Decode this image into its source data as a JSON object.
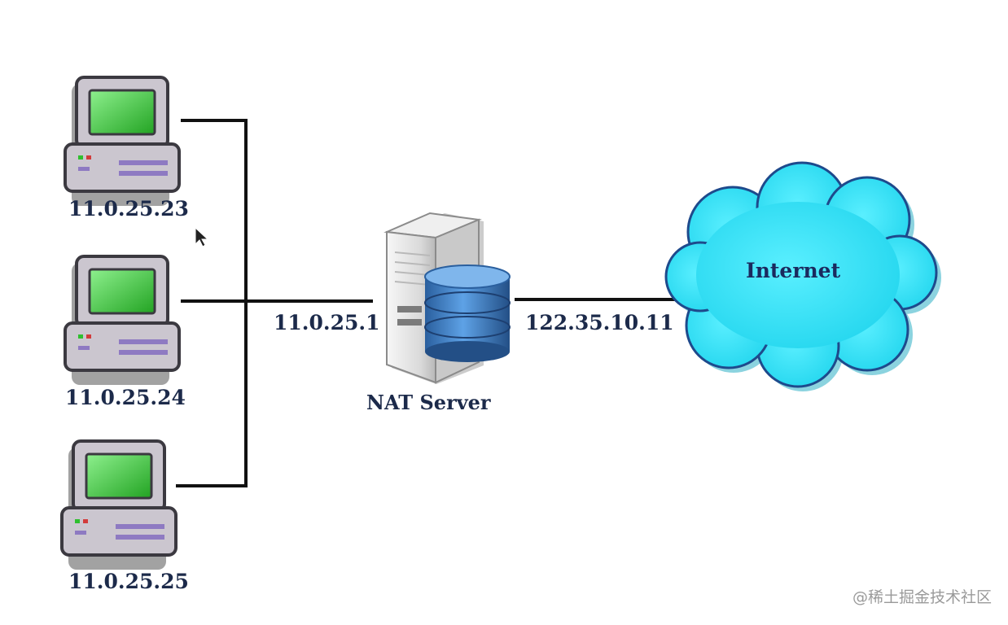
{
  "hosts": [
    {
      "ip": "11.0.25.23"
    },
    {
      "ip": "11.0.25.24"
    },
    {
      "ip": "11.0.25.25"
    }
  ],
  "server": {
    "label": "NAT Server",
    "inner_ip": "11.0.25.1",
    "outer_ip": "122.35.10.11"
  },
  "internet": {
    "label": "Internet"
  },
  "watermark": "@稀土掘金技术社区",
  "colors": {
    "screen": "#2fbf2f",
    "monitor": "#cbc6cf",
    "cloud": "#2ee0f5",
    "db": "#3d7cc4",
    "line": "#111111",
    "label": "#1c2a4a"
  }
}
